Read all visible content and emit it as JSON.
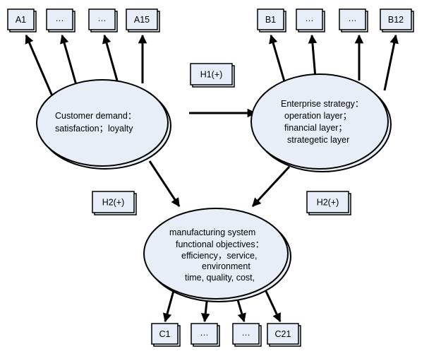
{
  "diagram": {
    "customer": {
      "line1": "Customer demand：",
      "line2": "satisfaction；loyalty"
    },
    "strategy": {
      "line1": "Enterprise strategy：",
      "line2": "operation layer；",
      "line3": "financial layer；",
      "line4": "strategetic layer"
    },
    "manufacturing": {
      "line1": "manufacturing system",
      "line2": "functional objectives：",
      "line3": "efficiency，service,",
      "line4": "environment",
      "line5": "time, quality, cost,"
    },
    "hypotheses": {
      "h1": "H1(+)",
      "h2_left": "H2(+)",
      "h2_right": "H2(+)"
    },
    "a_boxes": [
      "A1",
      "…",
      "…",
      "A15"
    ],
    "b_boxes": [
      "B1",
      "…",
      "…",
      "B12"
    ],
    "c_boxes": [
      "C1",
      "…",
      "…",
      "C21"
    ]
  }
}
